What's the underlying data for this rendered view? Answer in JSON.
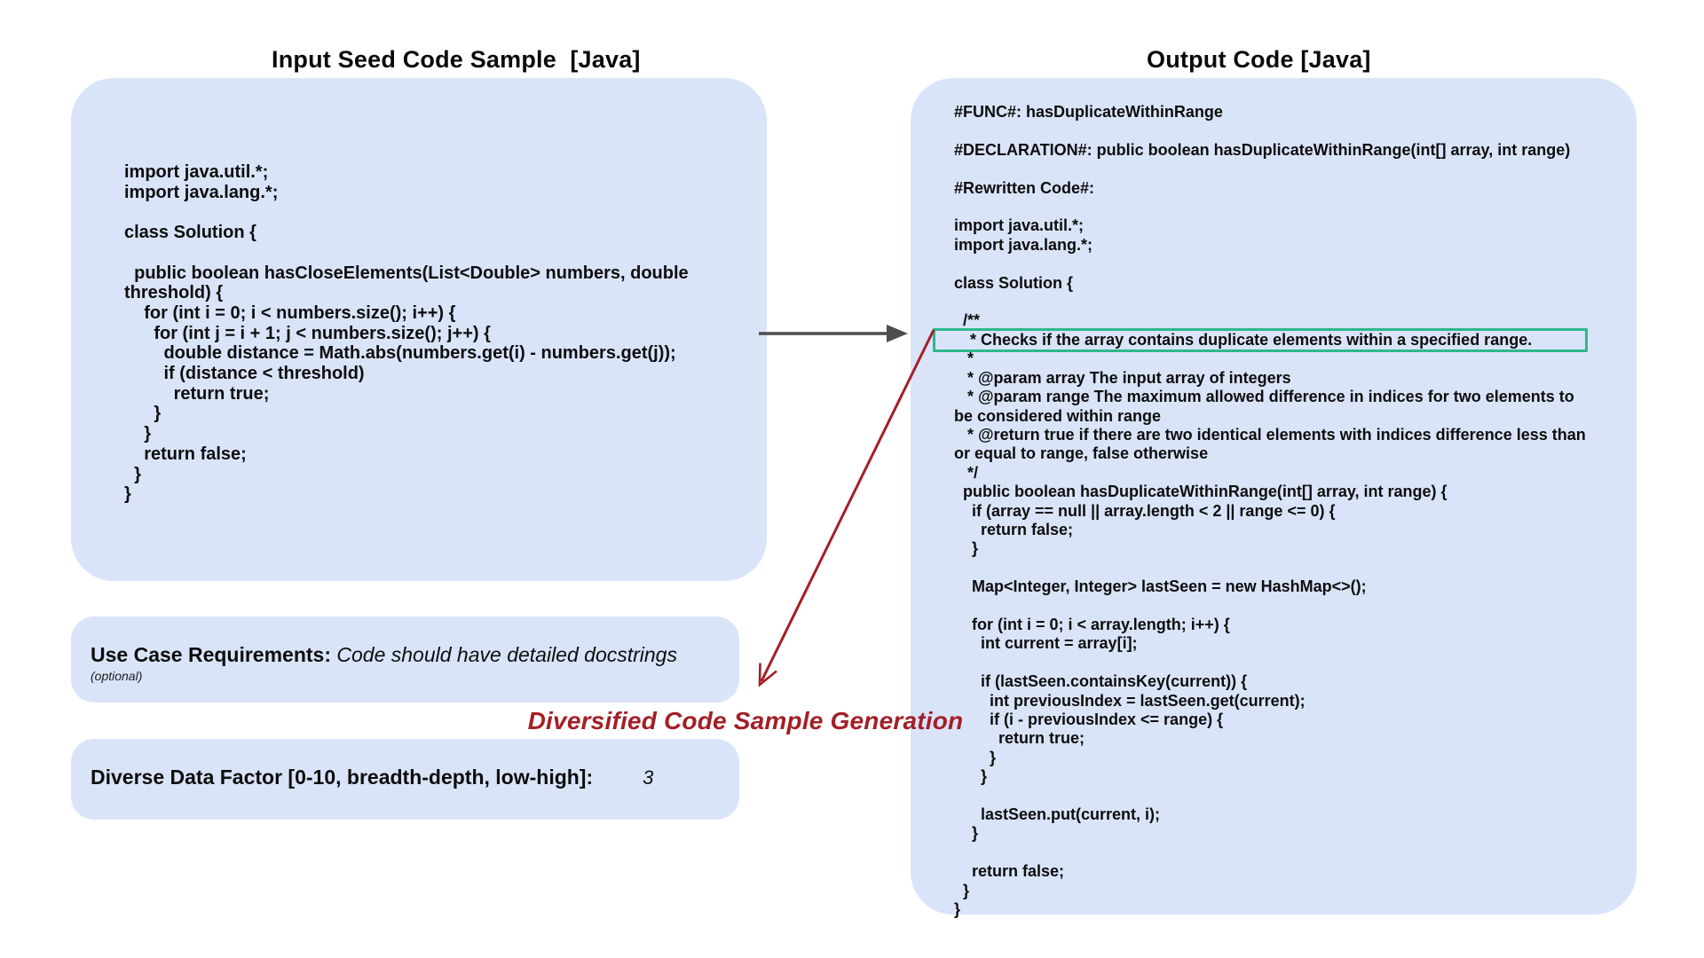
{
  "left": {
    "title": "Input Seed Code Sample  [Java]",
    "code_lines": [
      "import java.util.*;",
      "import java.lang.*;",
      "",
      "class Solution {",
      "",
      "  public boolean hasCloseElements(List<Double> numbers, double",
      "threshold) {",
      "    for (int i = 0; i < numbers.size(); i++) {",
      "      for (int j = i + 1; j < numbers.size(); j++) {",
      "        double distance = Math.abs(numbers.get(i) - numbers.get(j));",
      "        if (distance < threshold)",
      "          return true;",
      "      }",
      "    }",
      "    return false;",
      "  }",
      "}"
    ]
  },
  "right": {
    "title": "Output Code [Java]",
    "highlight_line": 12,
    "code_lines": [
      "#FUNC#: hasDuplicateWithinRange",
      "",
      "#DECLARATION#: public boolean hasDuplicateWithinRange(int[] array, int range)",
      "",
      "#Rewritten Code#:",
      "",
      "import java.util.*;",
      "import java.lang.*;",
      "",
      "class Solution {",
      "",
      "  /**",
      "   * Checks if the array contains duplicate elements within a specified range.",
      "   *",
      "   * @param array The input array of integers",
      "   * @param range The maximum allowed difference in indices for two elements to",
      "be considered within range",
      "   * @return true if there are two identical elements with indices difference less than",
      "or equal to range, false otherwise",
      "   */",
      "  public boolean hasDuplicateWithinRange(int[] array, int range) {",
      "    if (array == null || array.length < 2 || range <= 0) {",
      "      return false;",
      "    }",
      "",
      "    Map<Integer, Integer> lastSeen = new HashMap<>();",
      "",
      "    for (int i = 0; i < array.length; i++) {",
      "      int current = array[i];",
      "",
      "      if (lastSeen.containsKey(current)) {",
      "        int previousIndex = lastSeen.get(current);",
      "        if (i - previousIndex <= range) {",
      "          return true;",
      "        }",
      "      }",
      "",
      "      lastSeen.put(current, i);",
      "    }",
      "",
      "    return false;",
      "  }",
      "}"
    ]
  },
  "usecase": {
    "label": "Use Case Requirements:",
    "value": "Code should have detailed docstrings",
    "note": "(optional)"
  },
  "factor": {
    "label": "Diverse Data Factor [0-10, breadth-depth, low-high]:",
    "value": "3"
  },
  "generation_label": "Diversified Code Sample Generation",
  "colors": {
    "panel_bg": "#dae4f9",
    "highlight_border": "#2db98c",
    "accent_red": "#a31f27",
    "arrow_gray": "#4d4d4d"
  }
}
